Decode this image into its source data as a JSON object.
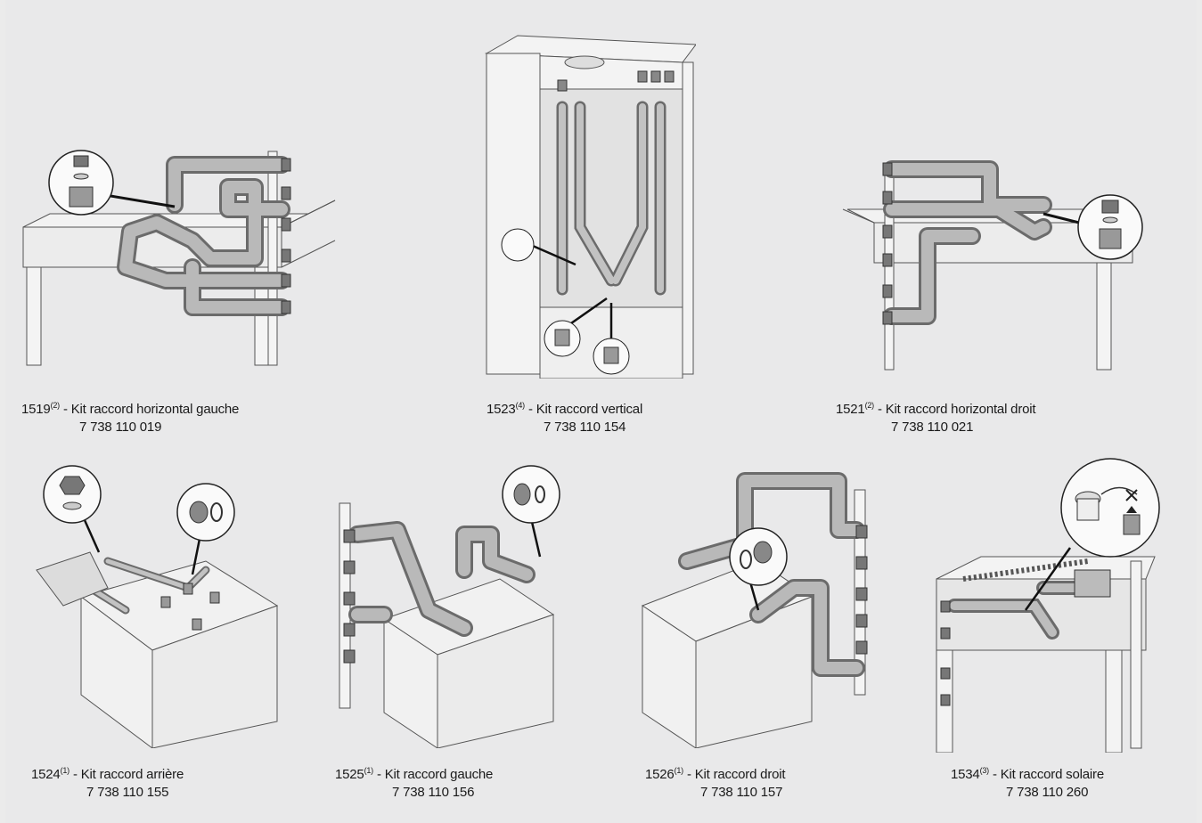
{
  "kits": [
    {
      "id": "1519",
      "note": "(2)",
      "label": "- Kit raccord horizontal gauche",
      "code": "7 738 110 019"
    },
    {
      "id": "1523",
      "note": "(4)",
      "label": "- Kit raccord vertical",
      "code": "7 738 110 154"
    },
    {
      "id": "1521",
      "note": "(2)",
      "label": "- Kit raccord horizontal droit",
      "code": "7 738 110 021"
    },
    {
      "id": "1524",
      "note": "(1)",
      "label": "- Kit raccord arrière",
      "code": "7 738 110 155"
    },
    {
      "id": "1525",
      "note": "(1)",
      "label": "- Kit raccord gauche",
      "code": "7 738 110 156"
    },
    {
      "id": "1526",
      "note": "(1)",
      "label": "- Kit raccord droit",
      "code": "7 738 110 157"
    },
    {
      "id": "1534",
      "note": "(3)",
      "label": "- Kit raccord solaire",
      "code": "7 738 110 260"
    }
  ]
}
